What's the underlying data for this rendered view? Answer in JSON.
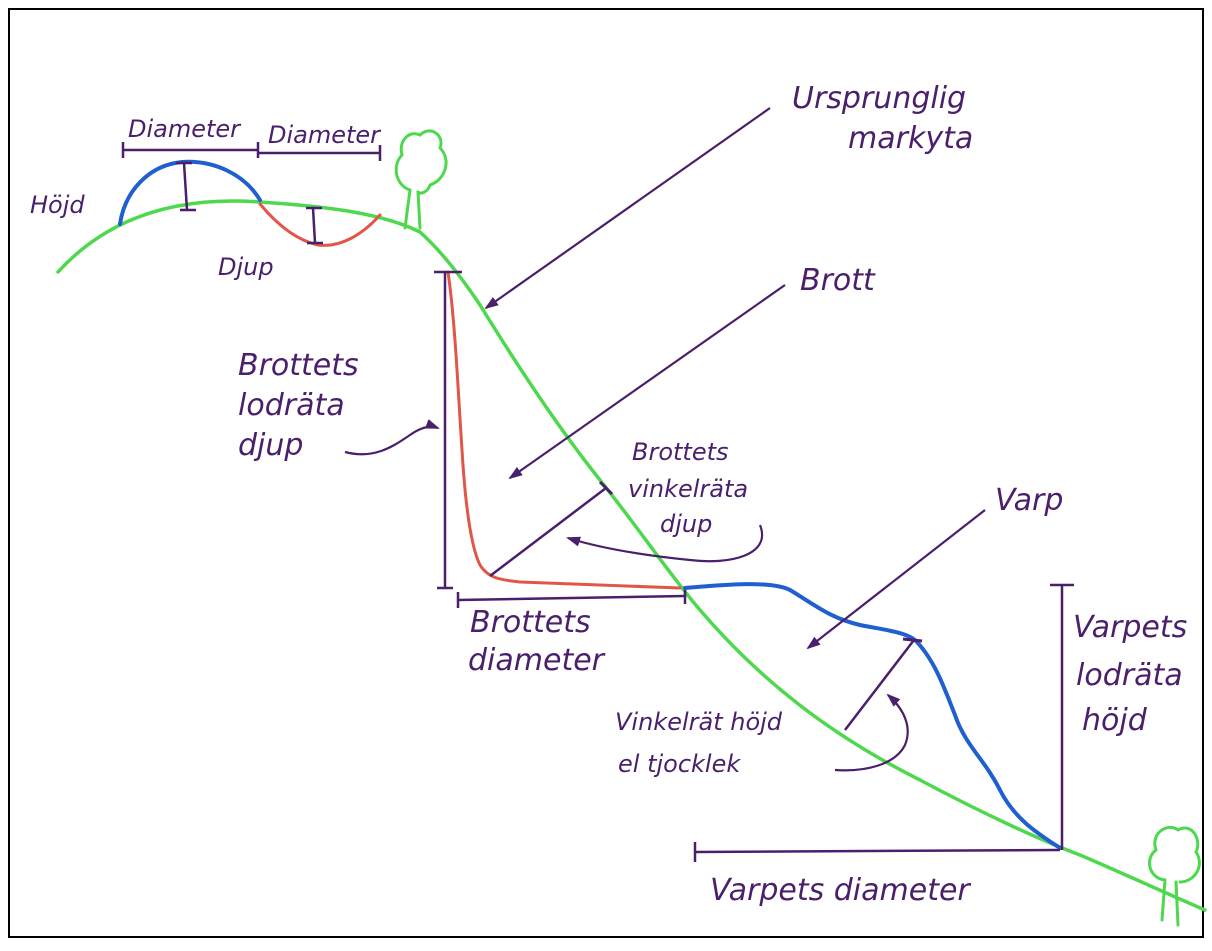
{
  "colors": {
    "ground": "#4ed84e",
    "mound": "#1f5fd0",
    "pit": "#e0574a",
    "annotation": "#4a1f6b",
    "tree": "#4ed84e",
    "border": "#000000",
    "background": "#ffffff"
  },
  "labels": {
    "mound_diameter": "Diameter",
    "pit_diameter": "Diameter",
    "height": "Höjd",
    "depth": "Djup",
    "original_surface_line1": "Ursprunglig",
    "original_surface_line2": "markyta",
    "quarry": "Brott",
    "quarry_vertical_depth_line1": "Brottets",
    "quarry_vertical_depth_line2": "lodräta",
    "quarry_vertical_depth_line3": "djup",
    "quarry_perp_depth_line1": "Brottets",
    "quarry_perp_depth_line2": "vinkelräta",
    "quarry_perp_depth_line3": "djup",
    "quarry_diameter_line1": "Brottets",
    "quarry_diameter_line2": "diameter",
    "waste_heap": "Varp",
    "waste_vertical_height_line1": "Varpets",
    "waste_vertical_height_line2": "lodräta",
    "waste_vertical_height_line3": "höjd",
    "perp_height_line1": "Vinkelrät höjd",
    "perp_height_line2": "el tjocklek",
    "waste_diameter": "Varpets diameter"
  },
  "icons": [
    "tree-icon",
    "tree-icon"
  ]
}
